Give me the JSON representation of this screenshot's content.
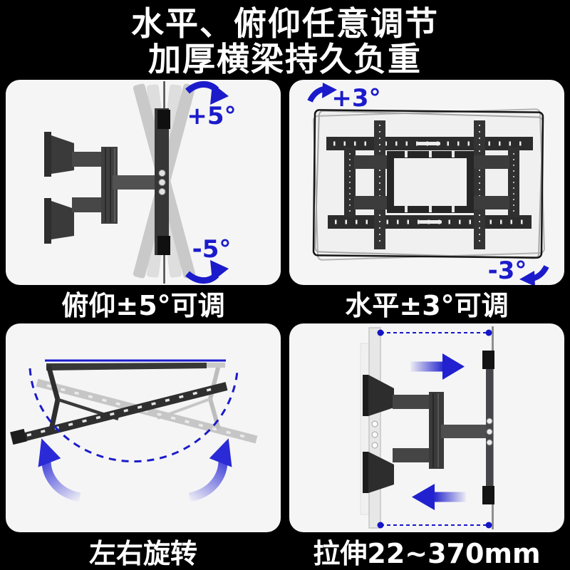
{
  "header": {
    "line1": "水平、俯仰任意调节",
    "line2": "加厚横梁持久负重"
  },
  "colors": {
    "background": "#000000",
    "panel_bg": "#f5f5f6",
    "accent_blue": "#1b1bcb",
    "mount_dark": "#333333",
    "ghost_gray": "#c9c9c9",
    "text_white": "#ffffff"
  },
  "panels": {
    "tilt": {
      "caption": "俯仰±5°可调",
      "angle_up": "+5°",
      "angle_down": "-5°"
    },
    "level": {
      "caption": "水平±3°可调",
      "angle_cw": "+3°",
      "angle_ccw": "-3°"
    },
    "rotate": {
      "caption": "左右旋转"
    },
    "extend": {
      "caption": "拉伸22~370mm"
    }
  }
}
